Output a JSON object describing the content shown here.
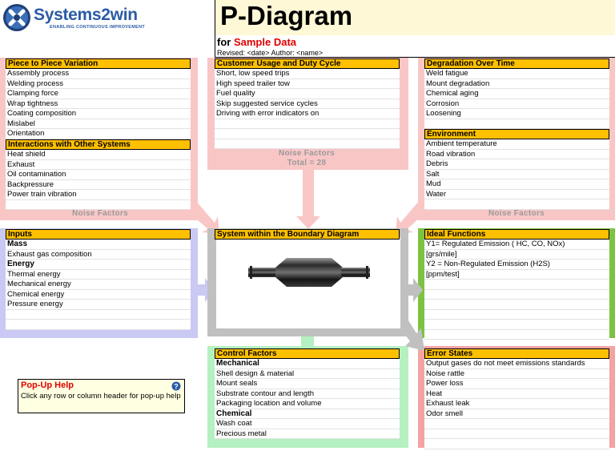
{
  "header": {
    "logo_name": "Systems2win",
    "logo_tagline": "ENABLING CONTINUOUS IMPROVEMENT",
    "title": "P-Diagram",
    "for_prefix": "for",
    "project": "Sample Data",
    "revised_line": "Revised: <date>  Author: <name>"
  },
  "piece_variation": {
    "header": "Piece to Piece Variation",
    "items": [
      "Assembly process",
      "Welding process",
      "Clamping force",
      "Wrap tightness",
      "Coating composition",
      "Mislabel",
      "Orientation"
    ]
  },
  "interactions": {
    "header": "Interactions with Other Systems",
    "items": [
      "Heat shield",
      "Exhaust",
      "Oil contamination",
      "Backpressure",
      "Power train vibration",
      ""
    ]
  },
  "customer_usage": {
    "header": "Customer Usage and Duty Cycle",
    "items": [
      "Short, low speed trips",
      "High speed trailer tow",
      "Fuel quality",
      "Skip suggested service cycles",
      "Driving with error indicators on",
      "",
      "",
      ""
    ]
  },
  "noise_center": {
    "label": "Noise Factors",
    "total": "Total = 28"
  },
  "noise_left": "Noise Factors",
  "noise_right": "Noise Factors",
  "degradation": {
    "header": "Degradation Over Time",
    "items": [
      "Weld fatigue",
      "Mount degradation",
      "Chemical aging",
      "Corrosion",
      "Loosening",
      ""
    ]
  },
  "environment": {
    "header": "Environment",
    "items": [
      "Ambient temperature",
      "Road vibration",
      "Debris",
      "Salt",
      "Mud",
      "Water",
      ""
    ]
  },
  "inputs": {
    "header": "Inputs",
    "items": [
      {
        "text": "Mass",
        "bold": true
      },
      {
        "text": "Exhaust gas composition",
        "bold": false
      },
      {
        "text": "Energy",
        "bold": true
      },
      {
        "text": "Thermal energy",
        "bold": false
      },
      {
        "text": "Mechanical energy",
        "bold": false
      },
      {
        "text": "Chemical energy",
        "bold": false
      },
      {
        "text": "Pressure energy",
        "bold": false
      },
      {
        "text": "",
        "bold": false
      },
      {
        "text": "",
        "bold": false
      }
    ]
  },
  "system": {
    "header": "System within the Boundary Diagram"
  },
  "ideal_functions": {
    "header": "Ideal Functions",
    "items": [
      "Y1= Regulated Emission ( HC, CO, NOx)",
      "[grs/mile]",
      "Y2 = Non-Regulated Emission (H2S)",
      "[ppm/test]",
      "",
      "",
      "",
      "",
      "",
      ""
    ]
  },
  "control_factors": {
    "header": "Control Factors",
    "items": [
      {
        "text": "Mechanical",
        "bold": true
      },
      {
        "text": "Shell design & material",
        "bold": false
      },
      {
        "text": "Mount seals",
        "bold": false
      },
      {
        "text": "Substrate contour and length",
        "bold": false
      },
      {
        "text": "Packaging location and volume",
        "bold": false
      },
      {
        "text": "Chemical",
        "bold": true
      },
      {
        "text": "Wash coat",
        "bold": false
      },
      {
        "text": "Precious metal",
        "bold": false
      }
    ]
  },
  "error_states": {
    "header": "Error States",
    "items": [
      "Output gases do not meet emissions standards",
      "Noise rattle",
      "Power loss",
      "Heat",
      "Exhaust leak",
      "Odor smell",
      "",
      "",
      ""
    ]
  },
  "popup_help": {
    "title": "Pop-Up Help",
    "text": "Click any row or column header for pop-up help",
    "icon": "help-icon"
  },
  "colors": {
    "header_fill": "#FFC000",
    "noise_pink": "#F9C6C6",
    "input_lavender": "#C9C9F3",
    "ideal_green": "#7DC242",
    "control_mint": "#B5F0C0",
    "error_red": "#F4A3A3",
    "arrow_gray": "#C0C0C0",
    "project_red": "#E00000"
  }
}
